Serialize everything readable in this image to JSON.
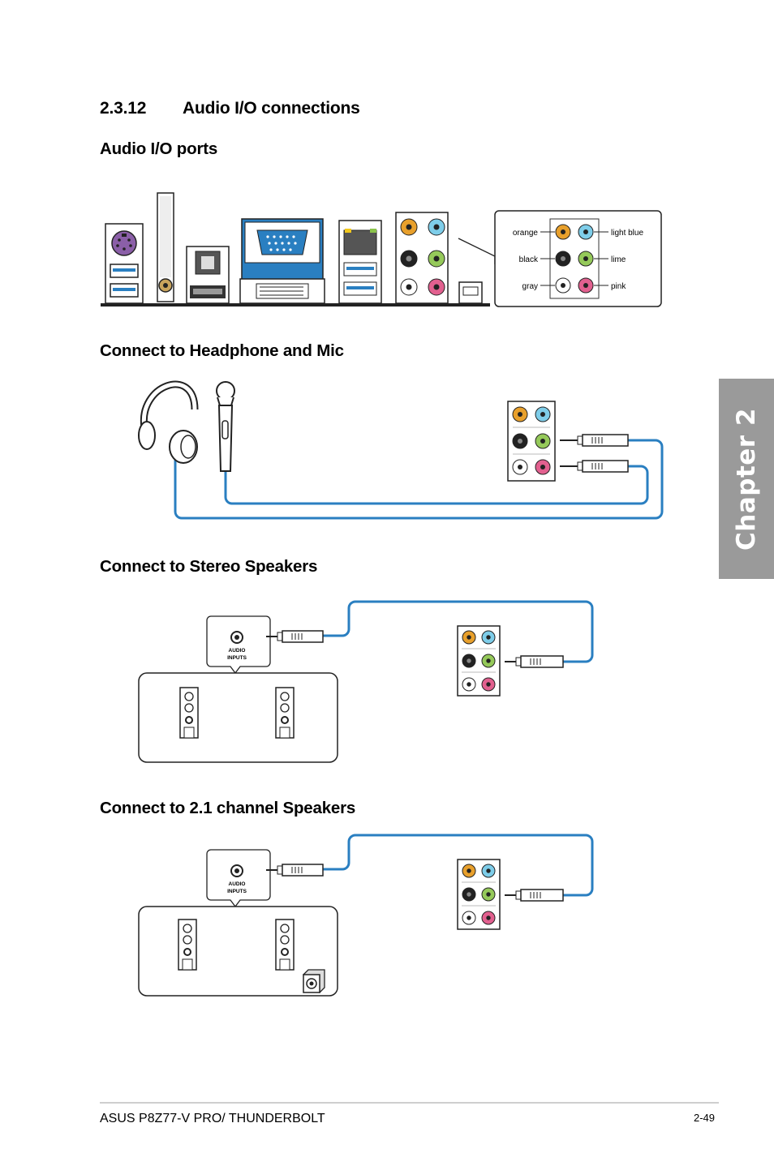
{
  "section": {
    "number": "2.3.12",
    "title": "Audio I/O connections"
  },
  "headings": {
    "ports": "Audio I/O ports",
    "headphone": "Connect to Headphone and Mic",
    "stereo": "Connect to Stereo Speakers",
    "channel21": "Connect to 2.1 channel Speakers"
  },
  "port_labels": {
    "left": [
      "orange",
      "black",
      "gray"
    ],
    "right": [
      "light blue",
      "lime",
      "pink"
    ]
  },
  "jack_colors": {
    "orange": "#e8a02c",
    "light_blue": "#7ecde9",
    "black": "#222222",
    "lime": "#95c95a",
    "gray": "#ffffff",
    "pink": "#e2608f"
  },
  "cable_color": "#2a7fc1",
  "speaker_input_label": [
    "AUDIO",
    "INPUTS"
  ],
  "chapter_tab": "Chapter 2",
  "footer": {
    "product": "ASUS P8Z77-V PRO/ THUNDERBOLT",
    "page": "2-49"
  }
}
